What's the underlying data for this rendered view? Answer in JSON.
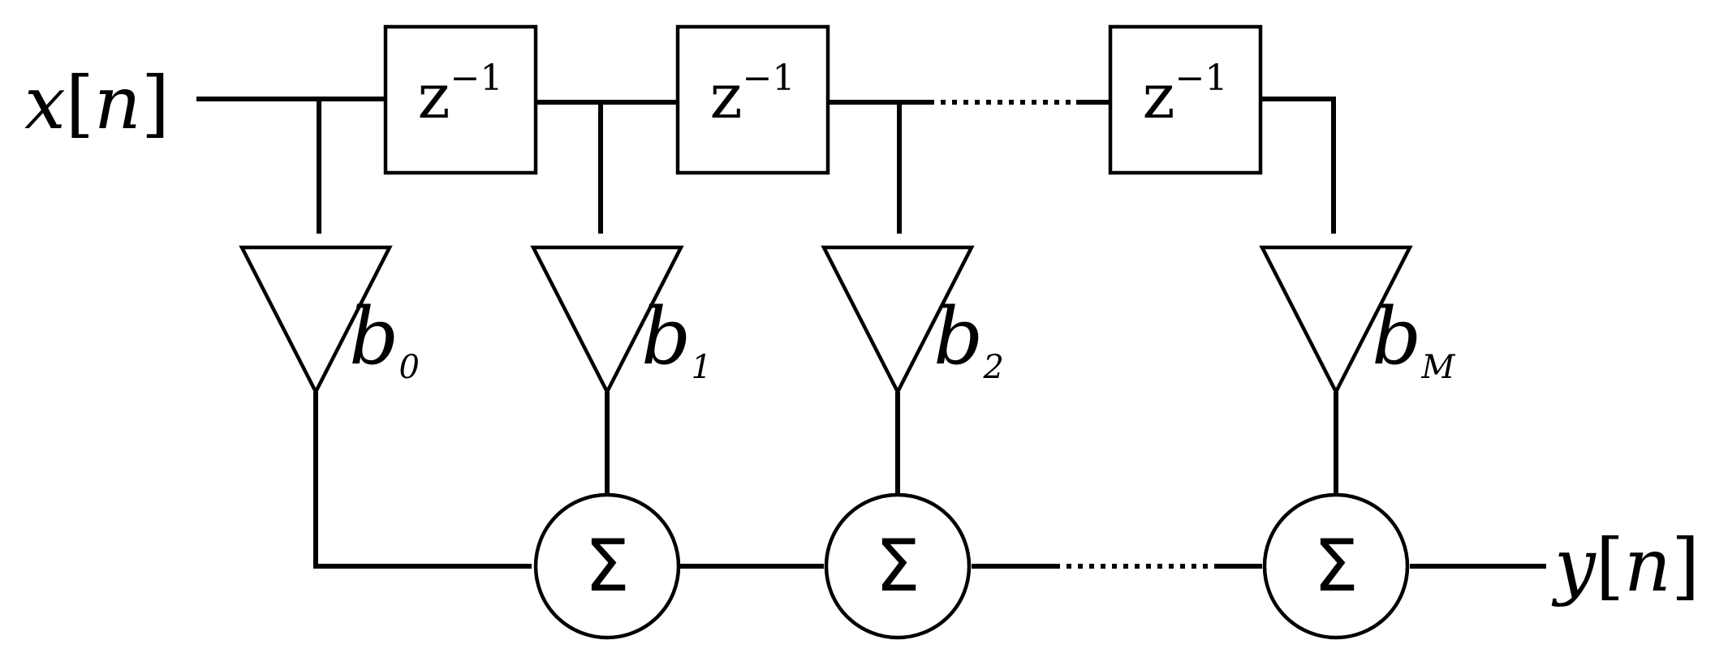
{
  "input": {
    "symbol": "x",
    "lbracket": "[",
    "index": "n",
    "rbracket": "]"
  },
  "output": {
    "symbol": "y",
    "lbracket": "[",
    "index": "n",
    "rbracket": "]"
  },
  "delay": {
    "base": "z",
    "exponent": "−1"
  },
  "coefficients": [
    {
      "base": "b",
      "sub": "0"
    },
    {
      "base": "b",
      "sub": "1"
    },
    {
      "base": "b",
      "sub": "2"
    },
    {
      "base": "b",
      "sub": "M"
    }
  ],
  "summer": {
    "symbol": "Σ"
  }
}
